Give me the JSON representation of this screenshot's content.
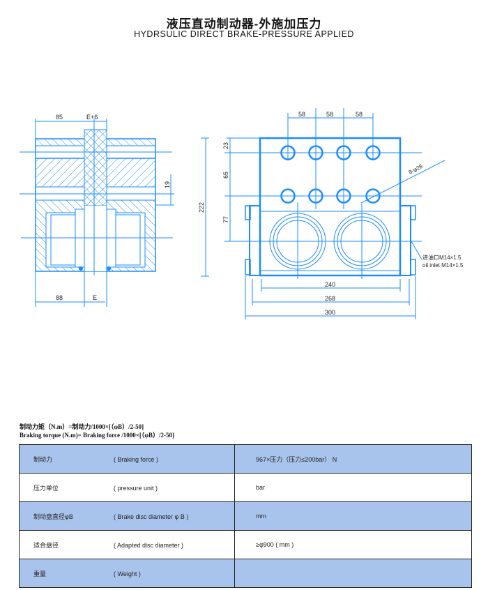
{
  "title": "液压直动制动器-外施加压力",
  "subtitle": "HYDRSULIC DIRECT BRAKE-PRESSURE APPLIED",
  "drawing": {
    "left_view": {
      "dim_85": "85",
      "dim_e6": "E+6",
      "dim_19": "19",
      "dim_222": "222",
      "dim_88": "88",
      "dim_e": "E"
    },
    "right_view": {
      "dim_58a": "58",
      "dim_58b": "58",
      "dim_58c": "58",
      "dim_23": "23",
      "dim_65": "65",
      "dim_77": "77",
      "dim_240": "240",
      "dim_268": "268",
      "dim_300": "300",
      "holes": "8-φ28",
      "inlet_cn": "进油口M14×1.5",
      "inlet_en": "oil inlet M14×1.5"
    },
    "line_color": "#1a8cff"
  },
  "formula": {
    "cn": "制动力矩（N.m）=制动力/1000×[（φB）/2-50]",
    "en": "Braking torque (N.m)= Braking force /1000×[（φB）/2-50]"
  },
  "table": {
    "rows": [
      {
        "cn": "制动力",
        "en": "( Braking force )",
        "value": "967×压力（压力≤200bar）  N"
      },
      {
        "cn": "压力单位",
        "en": "( pressure unit )",
        "value": "bar"
      },
      {
        "cn": "制动盘直径φB",
        "en": "( Brake disc diameter φ B )",
        "value": "mm"
      },
      {
        "cn": "适合盘径",
        "en": "( Adapted disc diameter )",
        "value": "≥φ900 ( mm )"
      },
      {
        "cn": "重量",
        "en": "( Weight )",
        "value": ""
      }
    ],
    "shade_color": "#a9c4ec"
  }
}
